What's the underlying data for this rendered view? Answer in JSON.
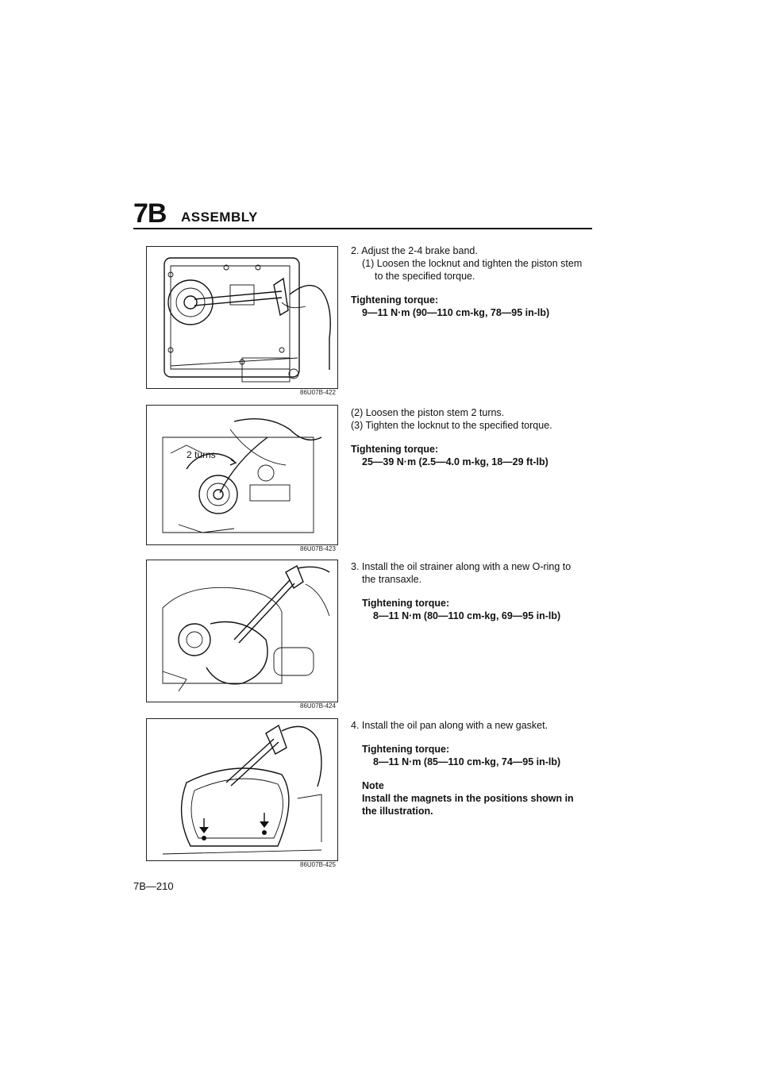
{
  "header": {
    "section_code": "7B",
    "title": "ASSEMBLY"
  },
  "figures": [
    {
      "caption": "86U07B-422"
    },
    {
      "caption": "86U07B-423",
      "label": "2 turns"
    },
    {
      "caption": "86U07B-424"
    },
    {
      "caption": "86U07B-425"
    }
  ],
  "steps": {
    "s2": {
      "title": "2. Adjust the 2-4 brake band.",
      "sub1": "(1) Loosen the locknut and tighten the piston stem",
      "sub1b": "to the specified torque.",
      "torque_label": "Tightening torque:",
      "torque_value": "9—11 N·m (90—110 cm-kg, 78—95 in-lb)",
      "sub2": "(2) Loosen the piston stem 2 turns.",
      "sub3": "(3) Tighten the locknut to the specified torque.",
      "torque2_label": "Tightening torque:",
      "torque2_value": "25—39 N·m (2.5—4.0 m-kg, 18—29 ft-lb)"
    },
    "s3": {
      "title": "3. Install the oil strainer along with a new O-ring to",
      "title_b": "the transaxle.",
      "torque_label": "Tightening torque:",
      "torque_value": "8—11 N·m (80—110 cm-kg, 69—95 in-lb)"
    },
    "s4": {
      "title": "4. Install the oil pan along with a new gasket.",
      "torque_label": "Tightening torque:",
      "torque_value": "8—11 N·m (85—110 cm-kg, 74—95 in-lb)",
      "note_label": "Note",
      "note_text1": "Install the magnets in the positions shown in",
      "note_text2": "the illustration."
    }
  },
  "footer": {
    "page_number": "7B—210"
  }
}
